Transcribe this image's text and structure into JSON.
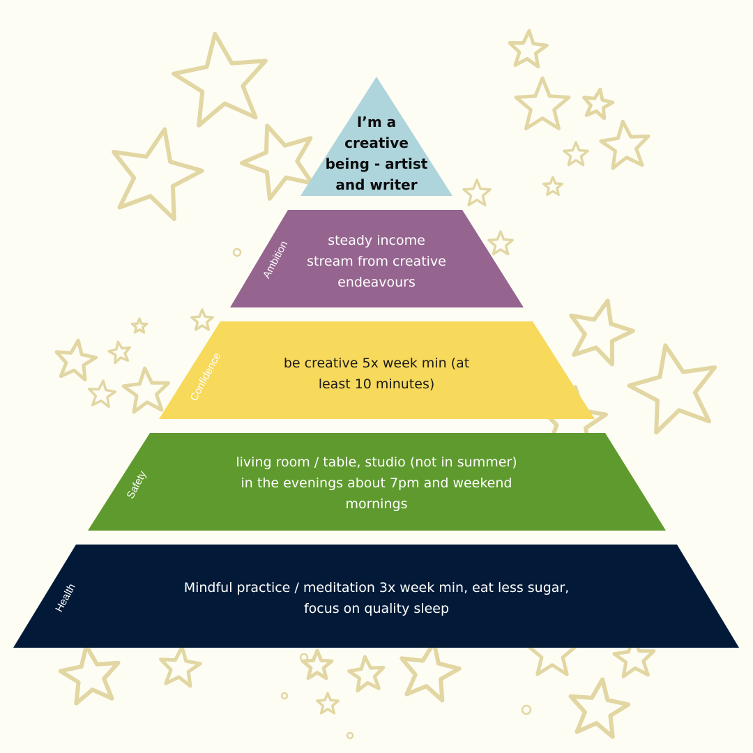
{
  "colors": {
    "background": "#fdfdf4",
    "star_stroke": "#e2d6a3",
    "tier_top": "#aed4dc",
    "tier_ambition": "#95648f",
    "tier_confidence": "#f7d95c",
    "tier_safety": "#5f9a2f",
    "tier_health": "#021a38"
  },
  "decoration": {
    "icon": "star-outline-icon"
  },
  "tiers": [
    {
      "id": "top",
      "label": "",
      "text": "I’m a creative being - artist and writer",
      "lines": [
        "I’m a",
        "creative",
        "being - artist",
        "and writer"
      ],
      "text_color": "#0c0c0c",
      "label_color": "#ffffff"
    },
    {
      "id": "ambition",
      "label": "Ambition",
      "text": "steady income stream from creative endeavours",
      "lines": [
        "steady income",
        "stream from creative",
        "endeavours"
      ],
      "text_color": "#ffffff",
      "label_color": "#ffffff"
    },
    {
      "id": "confidence",
      "label": "Confidence",
      "text": "be creative 5x week min (at least 10 minutes)",
      "lines": [
        "be creative 5x week min (at",
        "least 10 minutes)"
      ],
      "text_color": "#1b1b1b",
      "label_color": "#ffffff"
    },
    {
      "id": "safety",
      "label": "Safety",
      "text": "living room / table, studio (not in summer) in the evenings about 7pm and weekend mornings",
      "lines": [
        "living room / table, studio (not in summer)",
        "in the evenings about 7pm and weekend",
        "mornings"
      ],
      "text_color": "#ffffff",
      "label_color": "#ffffff"
    },
    {
      "id": "health",
      "label": "Health",
      "text": "Mindful practice / meditation 3x week min, eat less sugar, focus on quality sleep",
      "lines": [
        "Mindful practice / meditation 3x week min, eat less sugar,",
        "focus on quality sleep"
      ],
      "text_color": "#ffffff",
      "label_color": "#ffffff"
    }
  ]
}
